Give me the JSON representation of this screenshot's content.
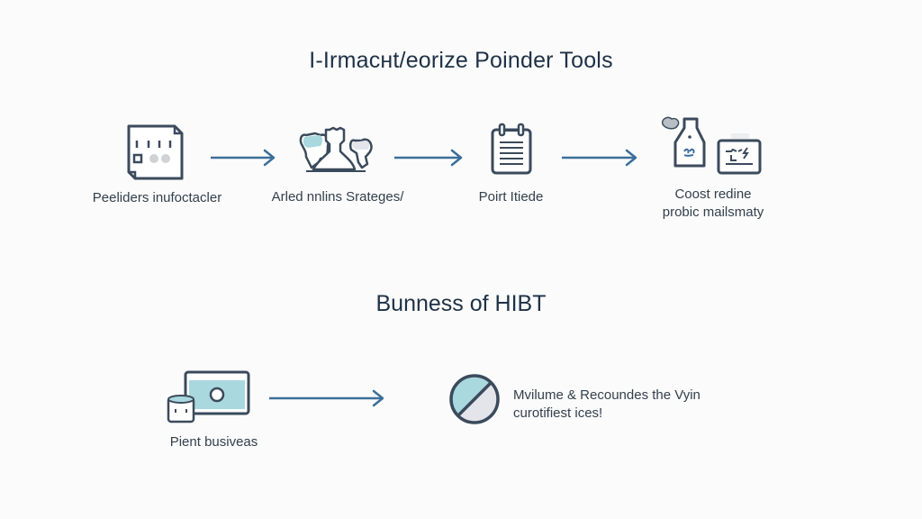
{
  "diagram": {
    "title": "I-Irmacнt/eorize Poinder Tools",
    "section_title": "Bunness of HIBT",
    "colors": {
      "background": "#fafbfa",
      "stroke": "#3b4a5c",
      "arrow": "#3c6e9a",
      "accent_fill": "#a9d8de",
      "muted_fill": "#e3e5ea",
      "text": "#34404e"
    },
    "top_flow": [
      {
        "icon": "document-panel-icon",
        "label": "Peeliders inufoctacler"
      },
      {
        "icon": "chess-pieces-icon",
        "label": "Arled nnlins Srateges/"
      },
      {
        "icon": "notepad-icon",
        "label": "Poirt Itiede"
      },
      {
        "icon": "bottle-and-chart-icon",
        "label_line1": "Coost redine",
        "label_line2": "probic mailsmaty"
      }
    ],
    "bottom_flow": [
      {
        "icon": "monitor-database-icon",
        "label": "Pient busiveas"
      },
      {
        "icon": "half-filled-circle-icon",
        "label_line1": "Mvilume & Recoundes the Vyin",
        "label_line2": "curotifiest ices!"
      }
    ]
  }
}
